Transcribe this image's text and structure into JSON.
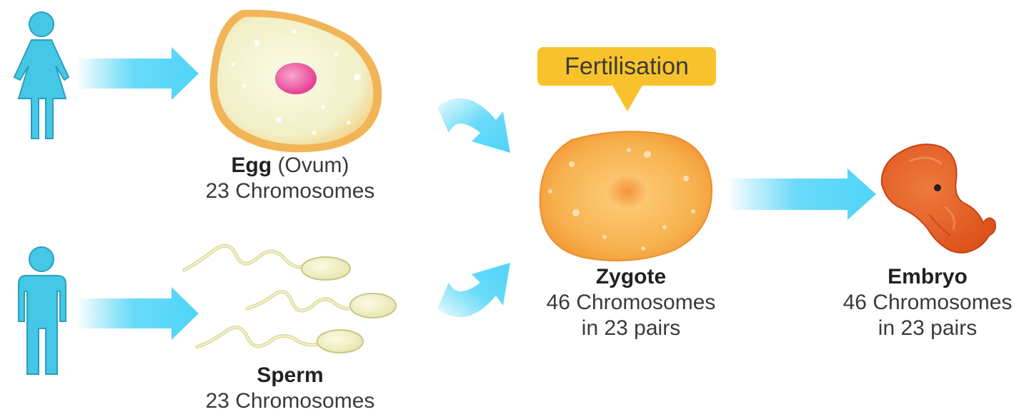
{
  "callout": {
    "text": "Fertilisation"
  },
  "egg": {
    "name": "Egg",
    "qualifier": "(Ovum)",
    "detail": "23 Chromosomes"
  },
  "sperm": {
    "name": "Sperm",
    "detail": "23 Chromosomes"
  },
  "zygote": {
    "name": "Zygote",
    "line1": "46 Chromosomes",
    "line2": "in 23 pairs"
  },
  "embryo": {
    "name": "Embryo",
    "line1": "46 Chromosomes",
    "line2": "in 23 pairs"
  },
  "colors": {
    "arrow": "#4fd4f7",
    "figure": "#45c7e6",
    "callout": "#f7c22b",
    "egg_fill": "#f4f3cf",
    "egg_rim": "#f1b457",
    "egg_nucleus": "#ea4a9c",
    "zygote": "#f6a03a",
    "embryo": "#e5561f",
    "sperm": "#efeec0"
  },
  "icons": [
    "female-figure-icon",
    "male-figure-icon"
  ]
}
